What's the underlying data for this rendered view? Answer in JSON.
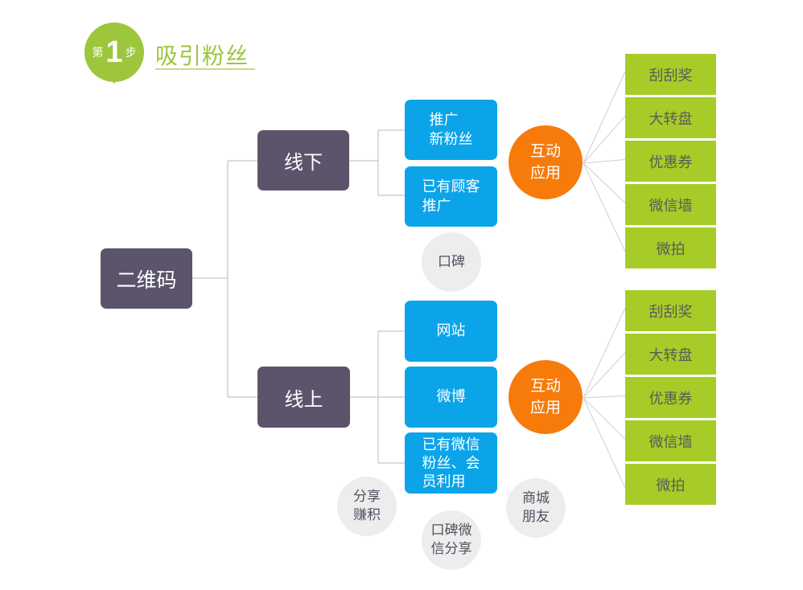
{
  "header": {
    "step_prefix": "第",
    "step_number": "1",
    "step_suffix": "步",
    "title": "吸引粉丝"
  },
  "colors": {
    "badge_green": "#9dc63c",
    "node_dark": "#5b546b",
    "node_blue": "#0ba4e9",
    "node_orange": "#f77b0b",
    "node_grey": "#ededed",
    "node_green": "#a8cc27"
  },
  "root": {
    "label": "二维码"
  },
  "offline": {
    "label": "线下",
    "channels": [
      "推广\n新粉丝",
      "已有顾客\n推广"
    ],
    "hub": "互动\n应用",
    "apps": [
      "刮刮奖",
      "大转盘",
      "优惠券",
      "微信墙",
      "微拍"
    ],
    "extra": "口碑"
  },
  "online": {
    "label": "线上",
    "channels": [
      "网站",
      "微博",
      "已有微信\n粉丝、会\n员利用"
    ],
    "hub": "互动\n应用",
    "apps": [
      "刮刮奖",
      "大转盘",
      "优惠券",
      "微信墙",
      "微拍"
    ],
    "extras": [
      "分享\n赚积",
      "口碑微\n信分享",
      "商城\n朋友"
    ]
  }
}
